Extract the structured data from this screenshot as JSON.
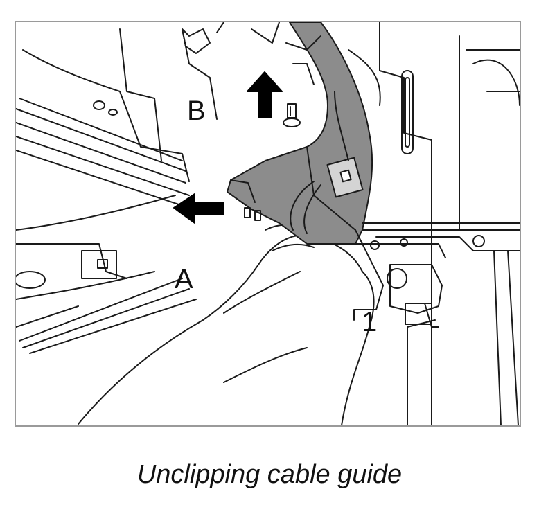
{
  "diagram": {
    "callouts": {
      "a": "A",
      "b": "B",
      "one": "1"
    },
    "colors": {
      "line": "#1a1a1a",
      "part_fill": "#8c8c8c",
      "light_fill": "#d4d4d4",
      "arrow": "#000000",
      "frame_border": "#9a9a9a"
    }
  },
  "caption": "Unclipping cable guide"
}
